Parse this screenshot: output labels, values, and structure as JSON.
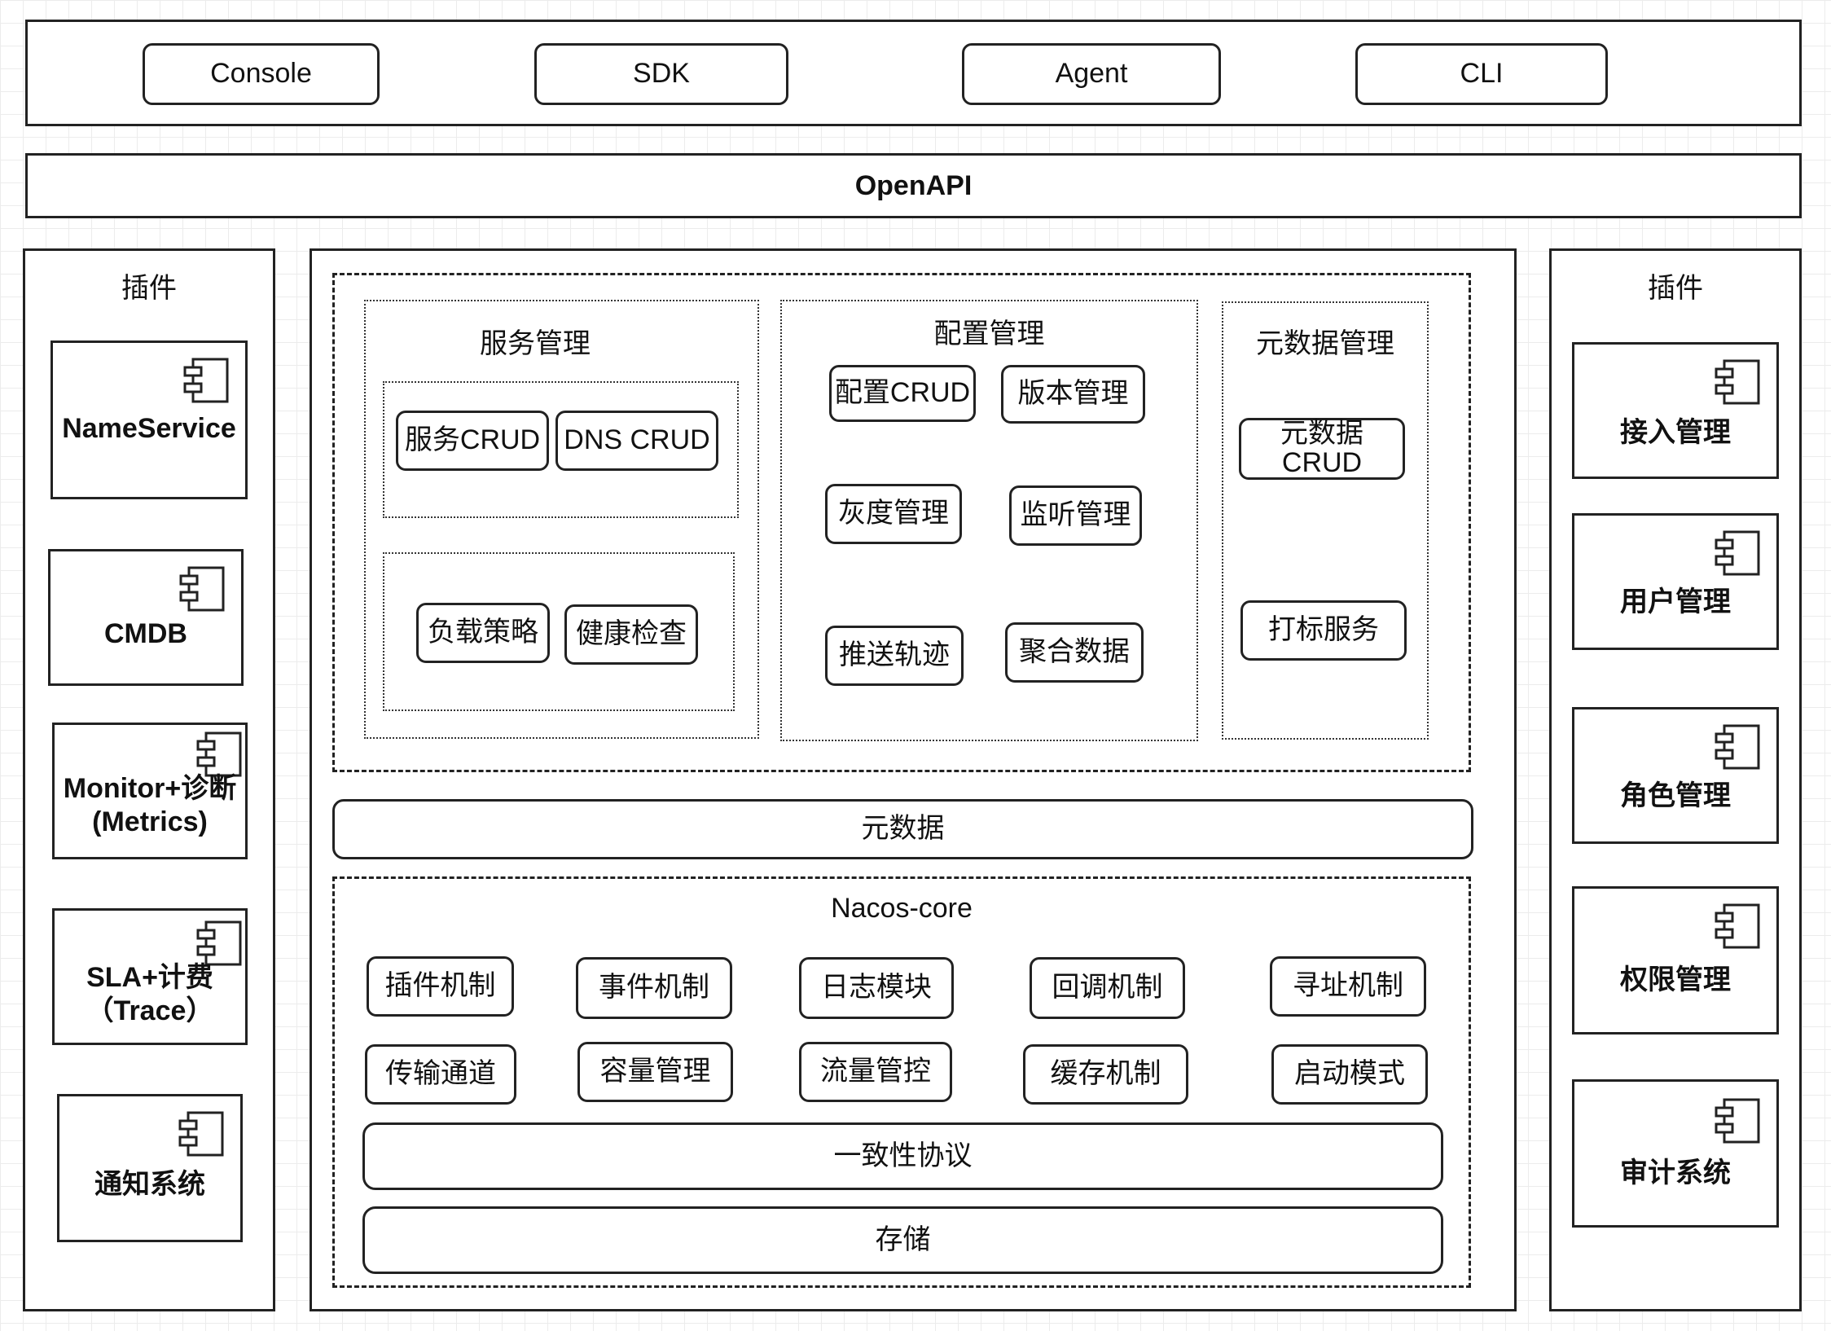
{
  "clients": [
    "Console",
    "SDK",
    "Agent",
    "CLI"
  ],
  "openapi": "OpenAPI",
  "left_plugins": {
    "title": "插件",
    "items": [
      {
        "lines": [
          "NameService"
        ]
      },
      {
        "lines": [
          "CMDB"
        ]
      },
      {
        "lines": [
          "Monitor+诊断",
          "(Metrics)"
        ]
      },
      {
        "lines": [
          "SLA+计费",
          "（Trace）"
        ]
      },
      {
        "lines": [
          "通知系统"
        ]
      }
    ]
  },
  "right_plugins": {
    "title": "插件",
    "items": [
      {
        "lines": [
          "接入管理"
        ]
      },
      {
        "lines": [
          "用户管理"
        ]
      },
      {
        "lines": [
          "角色管理"
        ]
      },
      {
        "lines": [
          "权限管理"
        ]
      },
      {
        "lines": [
          "审计系统"
        ]
      }
    ]
  },
  "service_mgmt": {
    "title": "服务管理",
    "group1": [
      "服务CRUD",
      "DNS CRUD"
    ],
    "group2": [
      "负载策略",
      "健康检查"
    ]
  },
  "config_mgmt": {
    "title": "配置管理",
    "items": [
      "配置CRUD",
      "版本管理",
      "灰度管理",
      "监听管理",
      "推送轨迹",
      "聚合数据"
    ]
  },
  "metadata_mgmt": {
    "title": "元数据管理",
    "items": [
      "元数据\nCRUD",
      "打标服务"
    ]
  },
  "metadata_bar": "元数据",
  "core": {
    "title": "Nacos-core",
    "row1": [
      "插件机制",
      "事件机制",
      "日志模块",
      "回调机制",
      "寻址机制"
    ],
    "row2": [
      "传输通道",
      "容量管理",
      "流量管控",
      "缓存机制",
      "启动模式"
    ],
    "consensus": "一致性协议",
    "storage": "存储"
  }
}
